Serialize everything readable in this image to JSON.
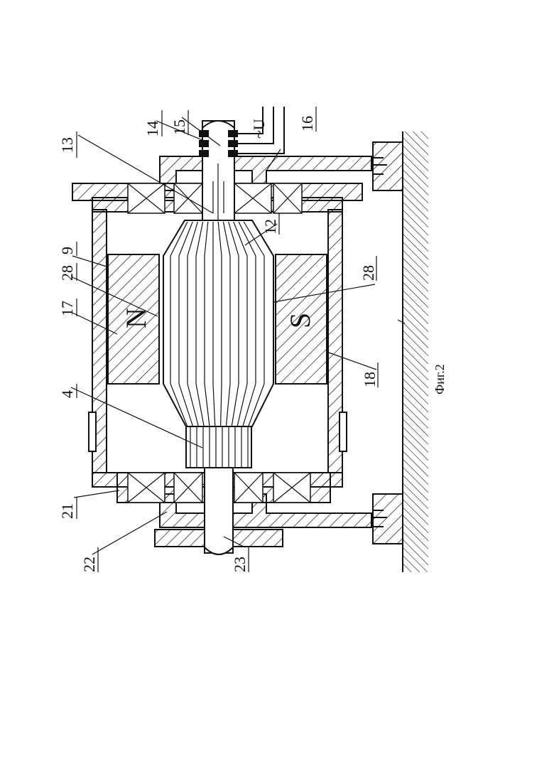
{
  "figure": {
    "caption": "Фиг.2",
    "pole_labels": {
      "north": "N",
      "south": "S"
    },
    "supply_label": "~U",
    "reference_numbers": [
      "13",
      "14",
      "15",
      "16",
      "9",
      "28",
      "17",
      "12",
      "28",
      "4",
      "18",
      "21",
      "22",
      "23"
    ]
  }
}
